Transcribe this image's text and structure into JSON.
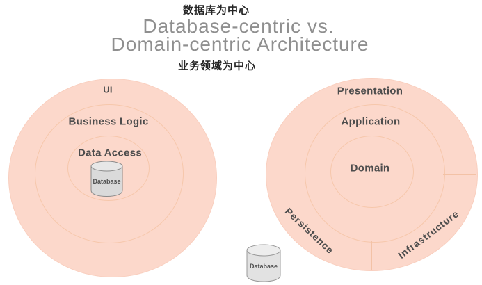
{
  "header": {
    "db_centric_zh": "数据库为中心",
    "title_line1": "Database-centric vs.",
    "title_line2": "Domain-centric Architecture",
    "domain_centric_zh": "业务领域为中心"
  },
  "left_diagram": {
    "rings": [
      "UI",
      "Business Logic",
      "Data Access"
    ],
    "database_label": "Database"
  },
  "right_diagram": {
    "rings": [
      "Presentation",
      "Application",
      "Domain"
    ],
    "segments": [
      "Persistence",
      "Infrastructure"
    ],
    "database_label": "Database"
  },
  "icons": {
    "left_database_icon": "database-cylinder",
    "right_database_icon": "database-cylinder"
  },
  "colors": {
    "circle_fill": "#fcd8cb",
    "ring_line": "#f6c7ab",
    "ring_label_text": "#4d4d4d",
    "title_text": "#8f8f8f",
    "zh_text": "#262626",
    "cylinder_fill": "#dadada",
    "cylinder_top_fill": "#e7e7e7",
    "cylinder_stroke": "#8a8a8a"
  }
}
